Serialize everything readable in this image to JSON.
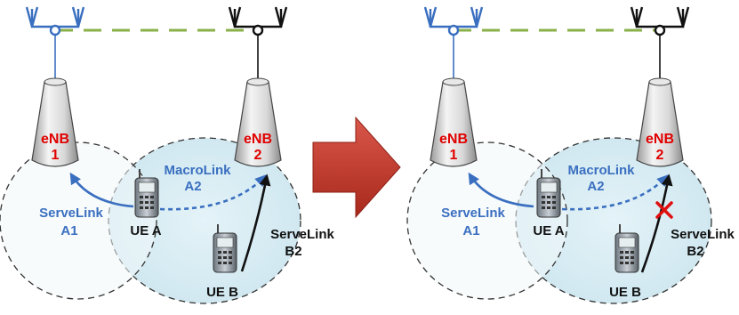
{
  "colors": {
    "serve_blue": "#3a6fc0",
    "backhaul_green": "#8ab04a",
    "enb_red": "#e00000",
    "cell_fill": "#d6ecf3",
    "arrow_red": "#c0392b"
  },
  "left_panel": {
    "enb1": {
      "name": "eNB",
      "number": "1"
    },
    "enb2": {
      "name": "eNB",
      "number": "2"
    },
    "macrolink": {
      "line1": "MacroLink",
      "line2": "A2"
    },
    "servelink_a": {
      "line1": "ServeLink",
      "line2": "A1"
    },
    "servelink_b": {
      "line1": "ServeLink",
      "line2": "B2"
    },
    "ue_a": "UE A",
    "ue_b": "UE B"
  },
  "right_panel": {
    "enb1": {
      "name": "eNB",
      "number": "1"
    },
    "enb2": {
      "name": "eNB",
      "number": "2"
    },
    "macrolink": {
      "line1": "MacroLink",
      "line2": "A2"
    },
    "servelink_a": {
      "line1": "ServeLink",
      "line2": "A1"
    },
    "servelink_b": {
      "line1": "ServeLink",
      "line2": "B2"
    },
    "ue_a": "UE A",
    "ue_b": "UE B",
    "blocked_marker": "x-mark-icon"
  },
  "transition_arrow": "right-arrow-icon"
}
